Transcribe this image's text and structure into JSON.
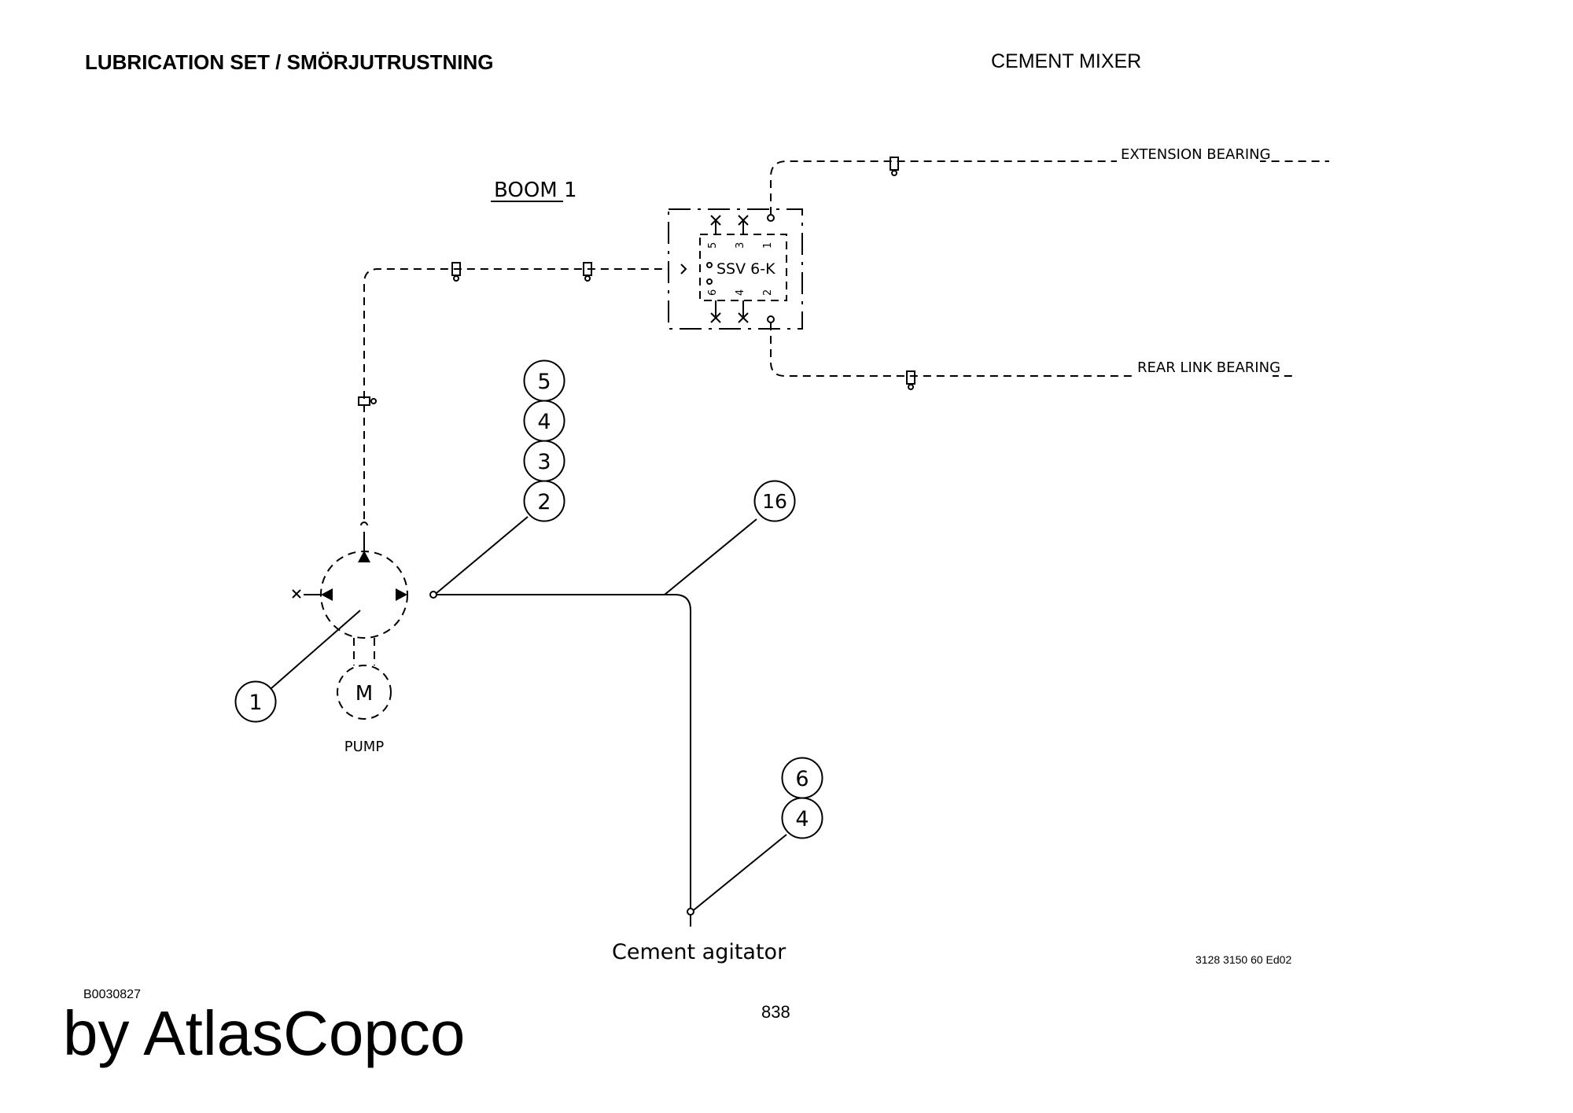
{
  "header": {
    "title": "LUBRICATION SET / SMÖRJUTRUSTNING",
    "machine": "CEMENT MIXER"
  },
  "diagram": {
    "boom_label": "BOOM 1",
    "distributor_label": "SSV 6-K",
    "distributor_ports": [
      "5",
      "3",
      "1",
      "6",
      "4",
      "2"
    ],
    "extension_label": "EXTENSION BEARING",
    "rear_link_label": "REAR LINK BEARING",
    "pump_motor": "M",
    "pump_label": "PUMP",
    "agitator_label": "Cement agitator",
    "callouts_stack_a": [
      "5",
      "4",
      "3",
      "2"
    ],
    "callout_16": "16",
    "callouts_stack_b": [
      "6",
      "4"
    ],
    "callout_1": "1"
  },
  "footer": {
    "doc_ref": "B0030827",
    "page": "838",
    "brand": "by AtlasCopco",
    "drawing_number": "3128 3150 60 Ed02"
  }
}
